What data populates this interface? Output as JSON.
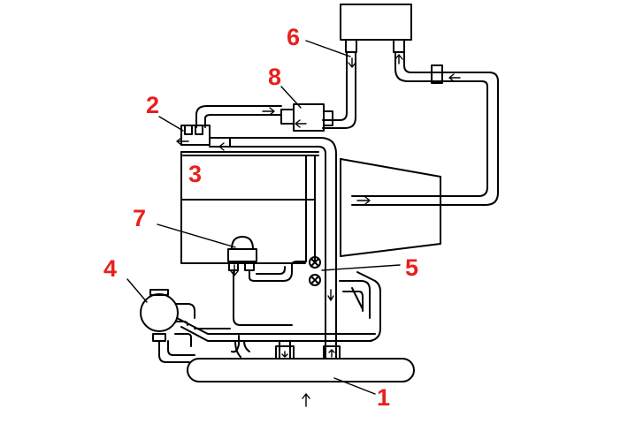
{
  "callouts": {
    "c1": "1",
    "c2": "2",
    "c3": "3",
    "c4": "4",
    "c5": "5",
    "c6": "6",
    "c7": "7",
    "c8": "8"
  },
  "colors": {
    "callout": "#e8201c",
    "line": "#000000",
    "background": "#ffffff"
  }
}
